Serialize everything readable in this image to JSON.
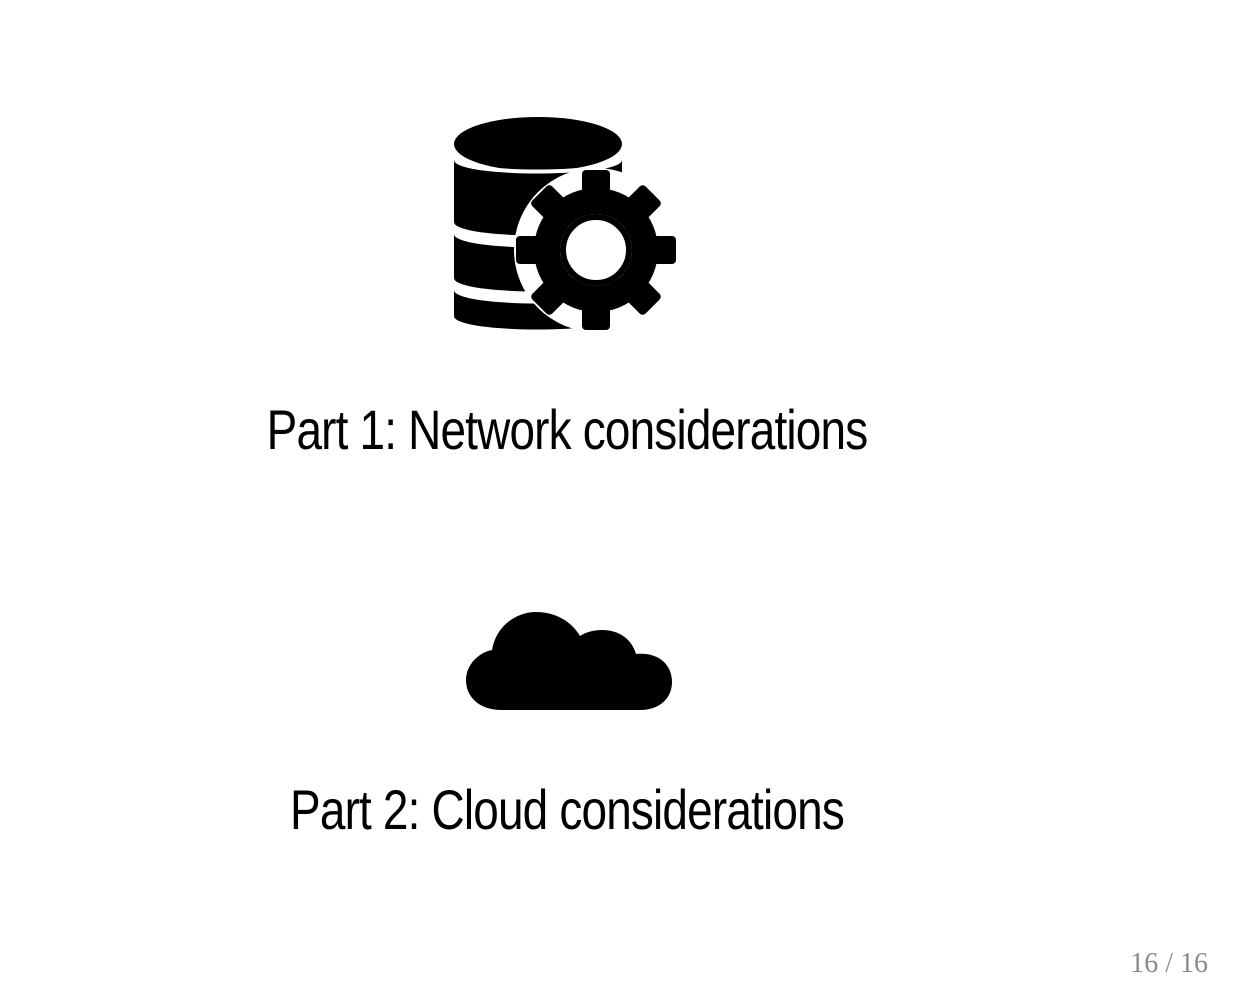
{
  "slide": {
    "icons": {
      "part1": "database-gear-icon",
      "part2": "cloud-icon"
    },
    "part1_title": "Part 1: Network considerations",
    "part2_title": "Part 2: Cloud considerations",
    "page_indicator": "16 / 16"
  },
  "colors": {
    "text": "#000000",
    "background": "#ffffff",
    "page_number": "#8a8a8a"
  }
}
